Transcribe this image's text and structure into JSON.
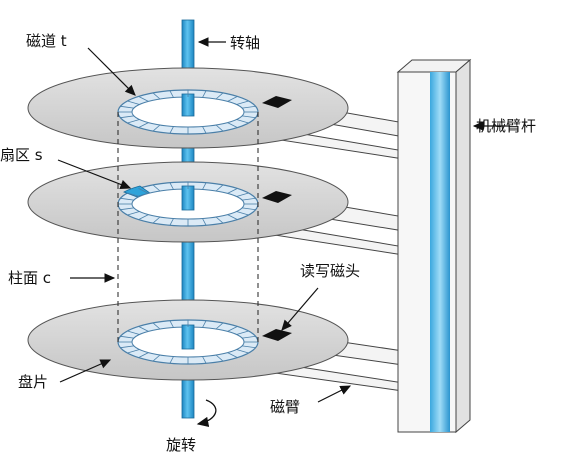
{
  "labels": {
    "track": "磁道",
    "track_var": "t",
    "spindle": "转轴",
    "sector": "扇区",
    "sector_var": "s",
    "actuator_arm": "机械臂杆",
    "cylinder": "柱面",
    "cylinder_var": "c",
    "read_write_head": "读写磁头",
    "platter": "盘片",
    "arm": "磁臂",
    "rotation": "旋转"
  },
  "colors": {
    "platter_fill": "#cfcfcf",
    "spindle_blue": "#2ea3da",
    "track_ring": "#dbeaf6",
    "sector_highlight": "#2ea3da",
    "head": "#111111"
  },
  "icons": {
    "rotation": "curved-arrow-icon"
  }
}
